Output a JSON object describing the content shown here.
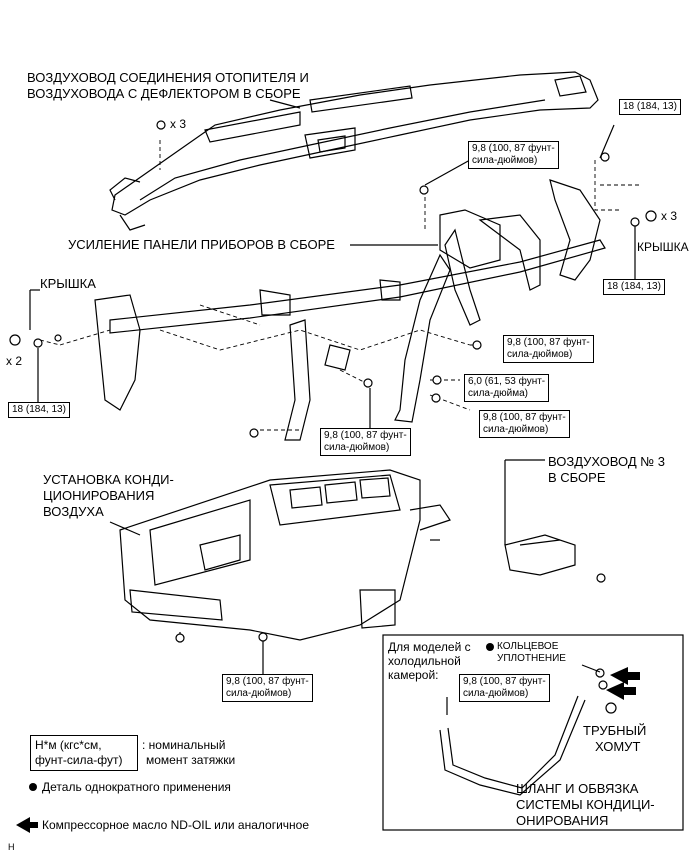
{
  "labels": {
    "duct_assy": "ВОЗДУХОВОД СОЕДИНЕНИЯ ОТОПИТЕЛЯ И",
    "duct_assy2": "ВОЗДУХОВОДА С ДЕФЛЕКТОРОМ В СБОРЕ",
    "reinforcement": "УСИЛЕНИЕ ПАНЕЛИ ПРИБОРОВ В СБОРЕ",
    "cover_left": "КРЫШКА",
    "cover_right": "КРЫШКА",
    "ac_unit_1": "УСТАНОВКА КОНДИ-",
    "ac_unit_2": "ЦИОНИРОВАНИЯ",
    "ac_unit_3": "ВОЗДУХА",
    "duct3_1": "ВОЗДУХОВОД № 3",
    "duct3_2": "В СБОРЕ",
    "cold_1": "Для моделей с",
    "cold_2": "холодильной",
    "cold_3": "камерой:",
    "oring_1": "КОЛЬЦЕВОЕ",
    "oring_2": "УПЛОТНЕНИЕ",
    "clamp_1": "ТРУБНЫЙ",
    "clamp_2": "ХОМУТ",
    "hose_1": "ШЛАНГ И ОБВЯЗКА",
    "hose_2": "СИСТЕМЫ КОНДИЦИ-",
    "hose_3": "ОНИРОВАНИЯ",
    "x3_top": "x 3",
    "x3_right": "x 3",
    "x2_left": "x 2",
    "h_mark": "H"
  },
  "torques": {
    "t18_top": "18 (184, 13)",
    "t98_a1": "9,8 (100, 87 фунт-",
    "t98_a2": "сила-дюймов)",
    "t18_right": "18 (184, 13)",
    "t18_left": "18 (184, 13)",
    "t98_b1": "9,8 (100, 87 фунт-",
    "t98_b2": "сила-дюймов)",
    "t60_1": "6,0 (61, 53 фунт-",
    "t60_2": "сила-дюйма)",
    "t98_c1": "9,8 (100, 87 фунт-",
    "t98_c2": "сила-дюймов)",
    "t98_d1": "9,8 (100, 87 фунт-",
    "t98_d2": "сила-дюймов)",
    "t98_e1": "9,8 (100, 87 фунт-",
    "t98_e2": "сила-дюймов)",
    "t98_f1": "9,8 (100, 87 фунт-",
    "t98_f2": "сила-дюймов)"
  },
  "legend": {
    "unit_1": "Н*м (кгс*см,",
    "unit_2": "фунт-сила-фут)",
    "unit_desc_1": ": номинальный",
    "unit_desc_2": "момент затяжки",
    "single_use": "Деталь однократного применения",
    "oil": "Компрессорное масло ND-OIL или аналогичное"
  }
}
